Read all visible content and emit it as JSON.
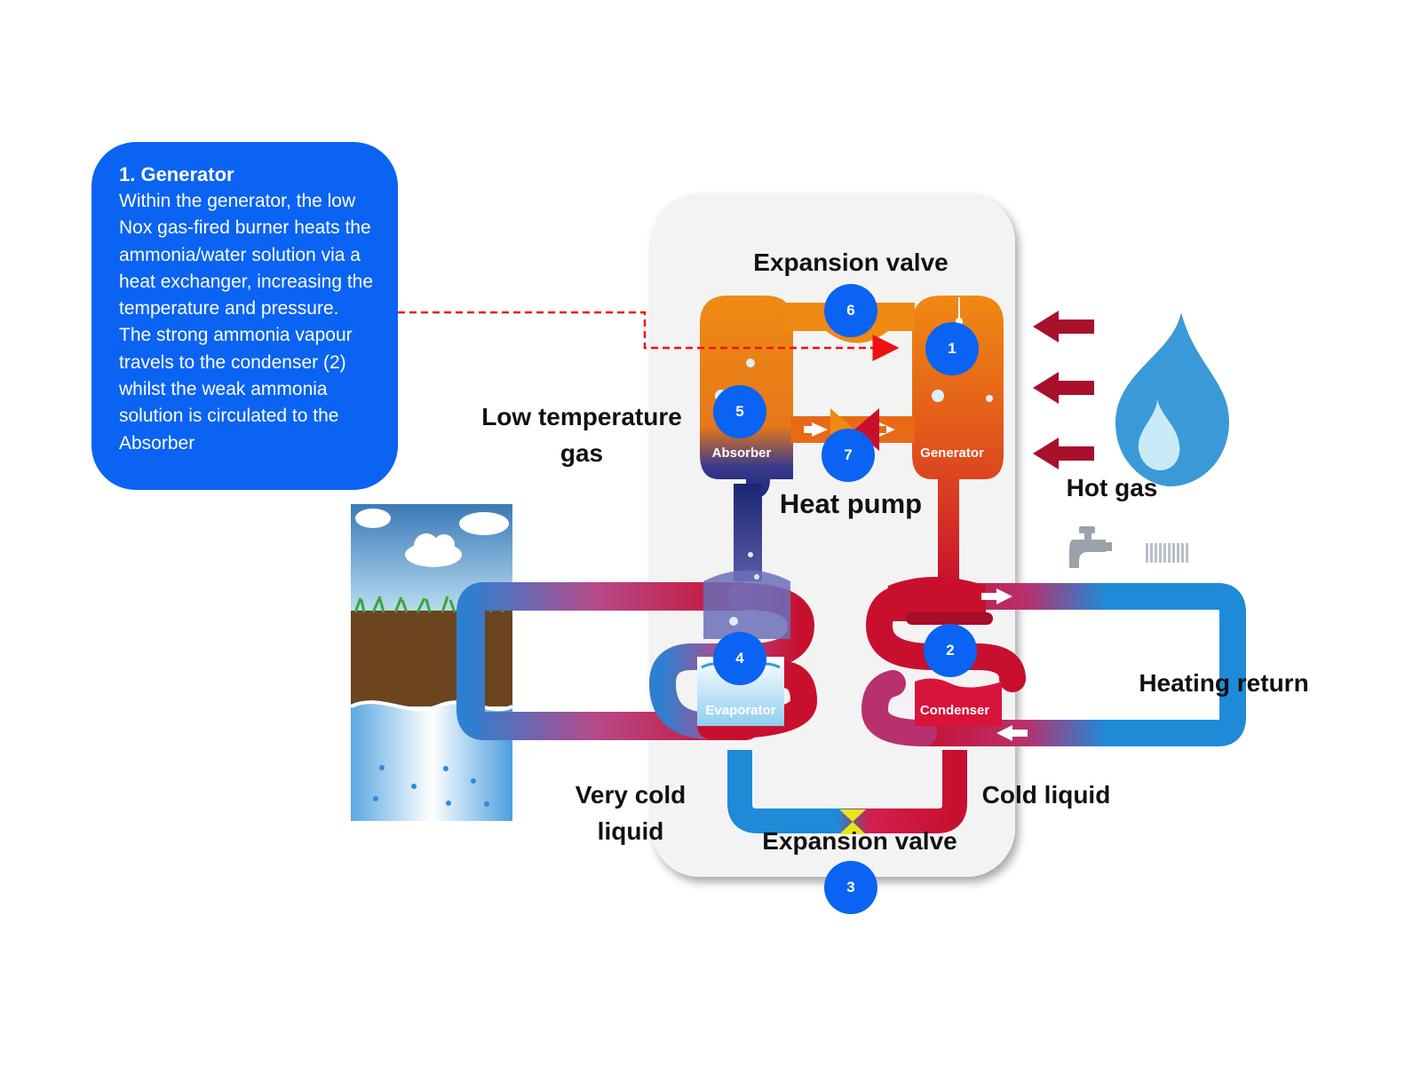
{
  "callout": {
    "title": "1. Generator",
    "body": "Within the generator, the low Nox gas-fired burner heats the ammonia/water solution via a heat exchanger, increasing the temperature and pressure. The strong ammonia vapour travels to the condenser (2) whilst the weak ammonia solution is circulated to the Absorber"
  },
  "labels": {
    "expansion_valve_top": "Expansion valve",
    "low_temp_gas_1": "Low temperature",
    "low_temp_gas_2": "gas",
    "heat_pump": "Heat pump",
    "hot_gas": "Hot gas",
    "heating_return": "Heating return",
    "very_cold_1": "Very cold",
    "very_cold_2": "liquid",
    "cold_liquid": "Cold liquid",
    "expansion_valve_bottom": "Expansion valve"
  },
  "vessels": {
    "absorber": "Absorber",
    "generator": "Generator",
    "evaporator": "Evaporator",
    "condenser": "Condenser"
  },
  "badges": [
    "1",
    "2",
    "3",
    "4",
    "5",
    "6",
    "7"
  ],
  "colors": {
    "callout": "#0a63f2",
    "badge": "#0a63f2",
    "hot": "#c8102e",
    "warm": "#e8820e",
    "cold": "#1e88d8",
    "flame": "#3a9ad8",
    "connector": "#ee1111"
  },
  "icons": [
    "flame-icon",
    "tap-icon",
    "radiator-icon",
    "hot-gas-arrow-icon",
    "cloud-icon",
    "grass-icon",
    "water-drop-icon"
  ]
}
